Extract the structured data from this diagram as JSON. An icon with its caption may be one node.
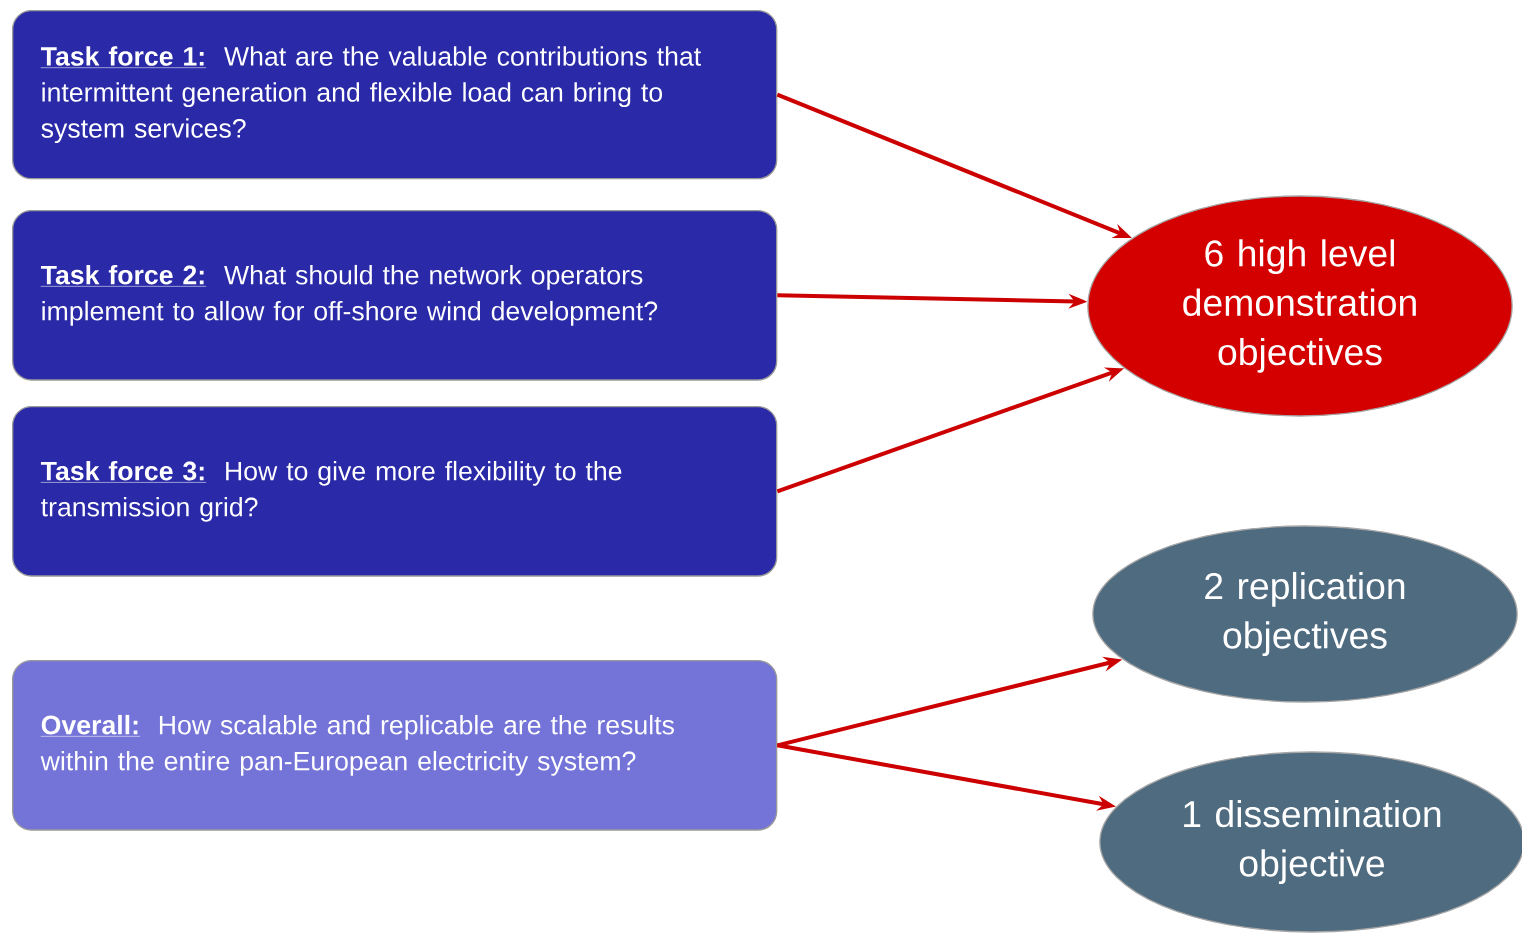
{
  "diagram": {
    "nodes": [
      {
        "text": [
          "Task force 1:",
          "What are the valuable contributions that intermittent generation and flexible load can bring to system services?"
        ]
      },
      {
        "text": [
          "Task force 2:",
          "What should the network operators implement to allow for off-shore wind development?"
        ]
      },
      {
        "text": [
          "Task force 3:",
          "How to give more flexibility to the transmission grid?"
        ]
      },
      {
        "text": [
          "Overall:",
          "How scalable and replicable are the results within the entire pan-European electricity system?"
        ]
      },
      {
        "text": [
          "6 high level demonstration objectives"
        ]
      },
      {
        "text": [
          "2 replication objectives"
        ]
      },
      {
        "text": [
          "1 dissemination objective"
        ]
      }
    ],
    "edges": [
      {
        "from": 0,
        "to": 4,
        "arrow": "to"
      },
      {
        "from": 1,
        "to": 4,
        "arrow": "to"
      },
      {
        "from": 2,
        "to": 4,
        "arrow": "to"
      },
      {
        "from": 3,
        "to": 5,
        "arrow": "to"
      },
      {
        "from": 3,
        "to": 6,
        "arrow": "to"
      }
    ]
  }
}
